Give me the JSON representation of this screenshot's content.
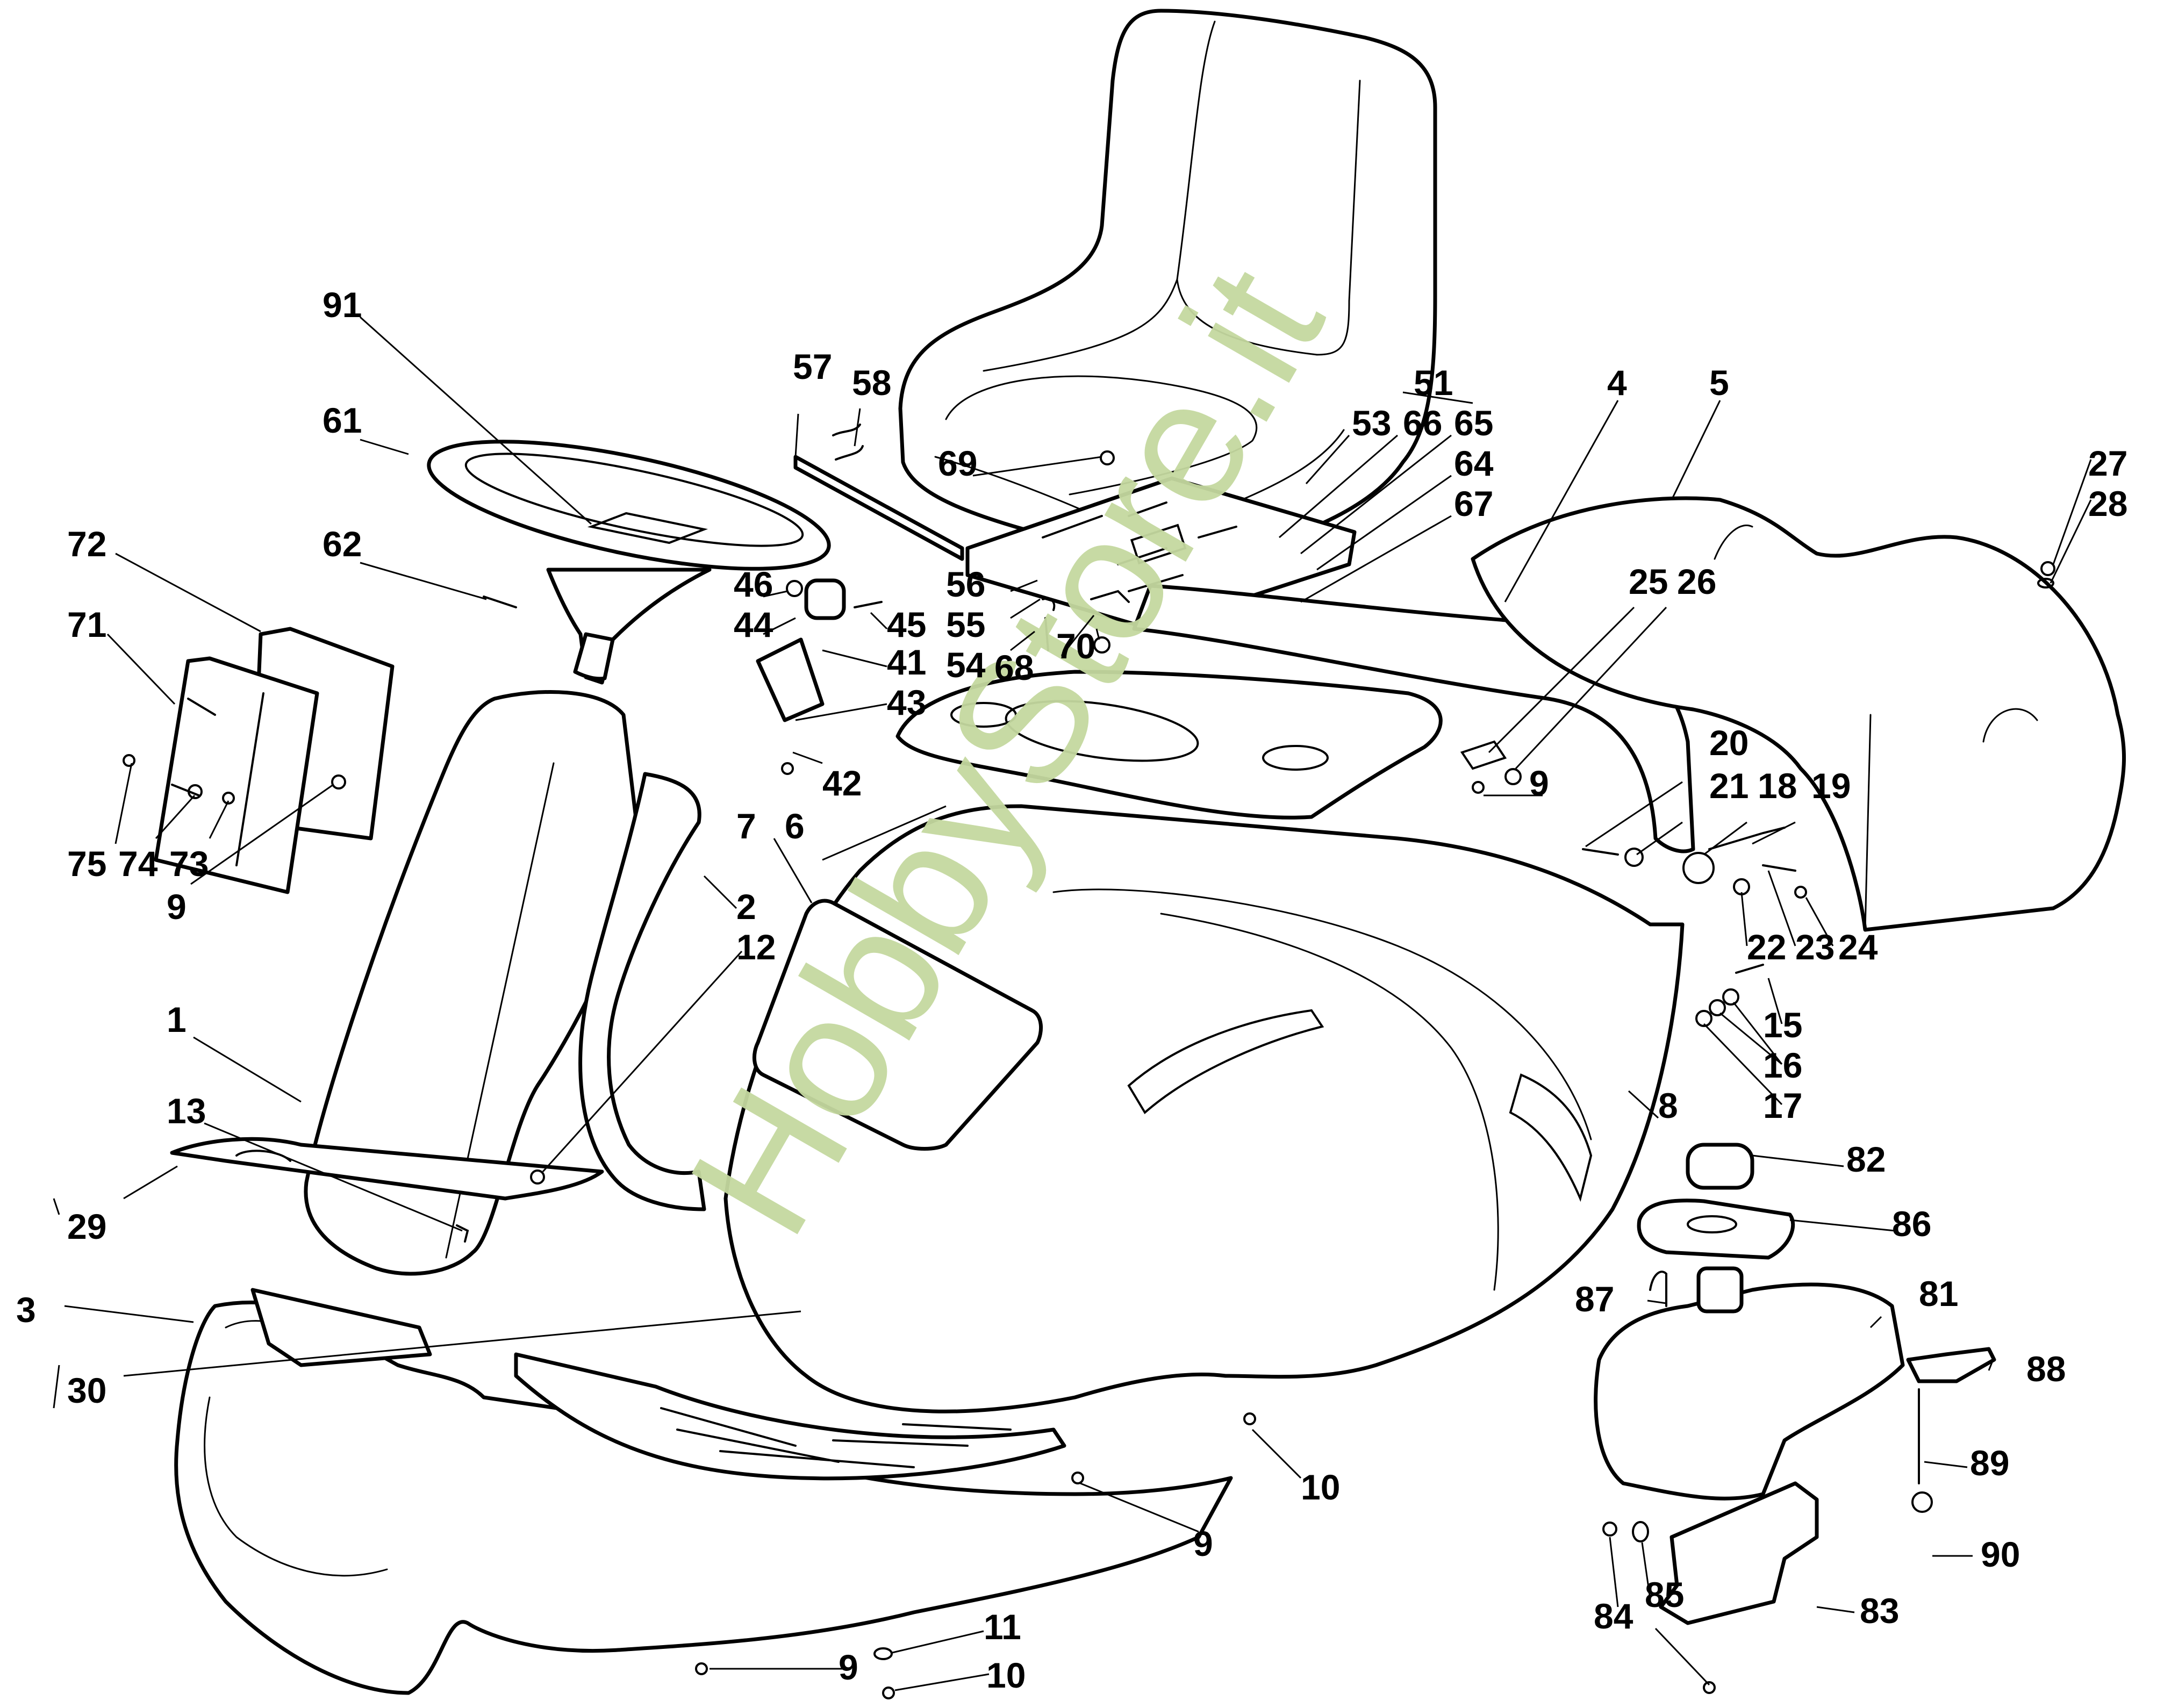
{
  "watermark": "HobbyStore.it",
  "colors": {
    "watermark": "#c5d9a0",
    "lines": "#000000",
    "background": "#ffffff"
  },
  "labels": {
    "p1": "1",
    "p2": "2",
    "p3": "3",
    "p4": "4",
    "p5": "5",
    "p6": "6",
    "p7": "7",
    "p8": "8",
    "p9a": "9",
    "p9b": "9",
    "p9c": "9",
    "p9d": "9",
    "p10a": "10",
    "p10b": "10",
    "p11": "11",
    "p12": "12",
    "p13": "13",
    "p15": "15",
    "p16": "16",
    "p17": "17",
    "p18": "18",
    "p19": "19",
    "p20": "20",
    "p21": "21",
    "p22": "22",
    "p23": "23",
    "p24": "24",
    "p25": "25",
    "p26": "26",
    "p27": "27",
    "p28": "28",
    "p29": "29",
    "p30": "30",
    "p41": "41",
    "p42": "42",
    "p43": "43",
    "p44": "44",
    "p45": "45",
    "p46": "46",
    "p51": "51",
    "p53": "53",
    "p54": "54",
    "p55": "55",
    "p56": "56",
    "p57": "57",
    "p58": "58",
    "p61": "61",
    "p62": "62",
    "p64": "64",
    "p65": "65",
    "p66": "66",
    "p67": "67",
    "p68": "68",
    "p69": "69",
    "p70": "70",
    "p71": "71",
    "p72": "72",
    "p73": "73",
    "p74": "74",
    "p75": "75",
    "p81": "81",
    "p82": "82",
    "p83": "83",
    "p84": "84",
    "p85": "85",
    "p86": "86",
    "p87": "87",
    "p88": "88",
    "p89": "89",
    "p90": "90",
    "p91": "91"
  }
}
